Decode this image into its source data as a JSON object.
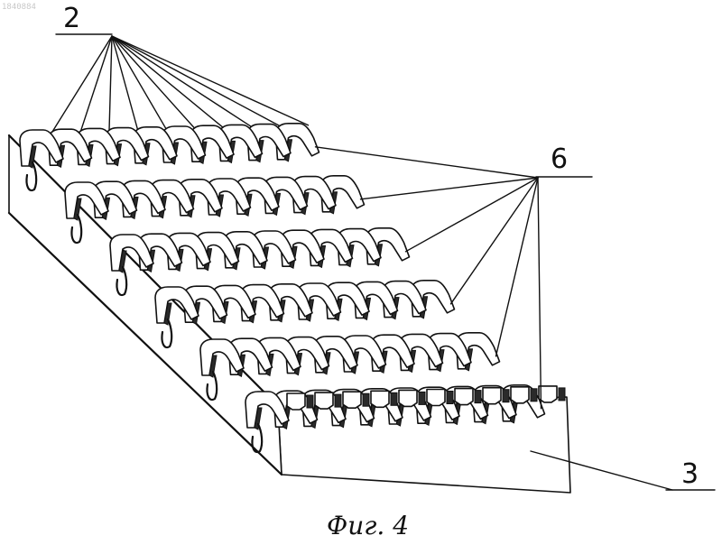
{
  "watermark": "1840884",
  "labels": {
    "ref2": "2",
    "ref6": "6",
    "ref3": "3"
  },
  "caption": "Фиг. 4",
  "geometry_notes": {
    "rows": 6,
    "fins_per_row": 10
  }
}
